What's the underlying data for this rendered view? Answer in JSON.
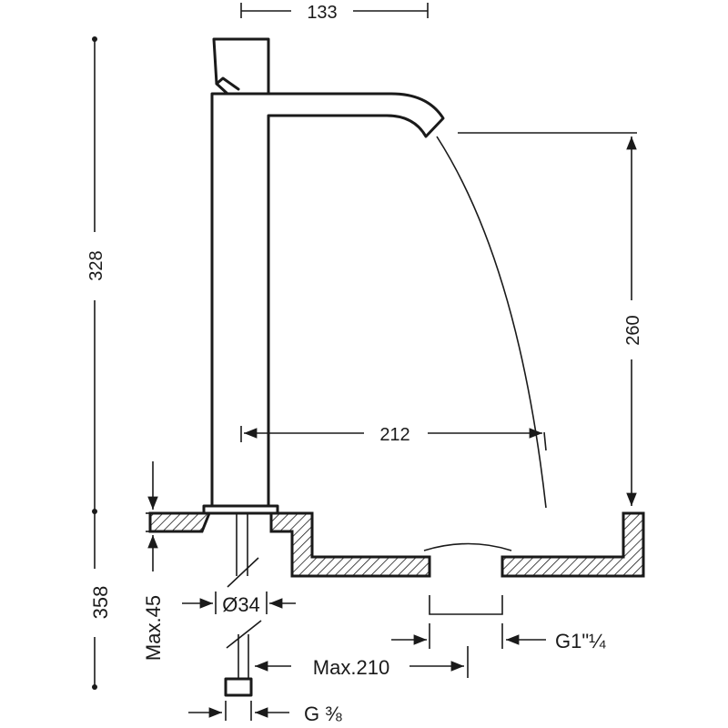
{
  "dimensions": {
    "top_width": "133",
    "total_height": "328",
    "spout_height": "260",
    "spout_reach": "212",
    "below_height": "358",
    "max_thickness": "Max.45",
    "hole_diameter": "Ø34",
    "max_distance": "Max.210",
    "drain_thread": "G1\"¼",
    "supply_thread": "G ⅜"
  }
}
